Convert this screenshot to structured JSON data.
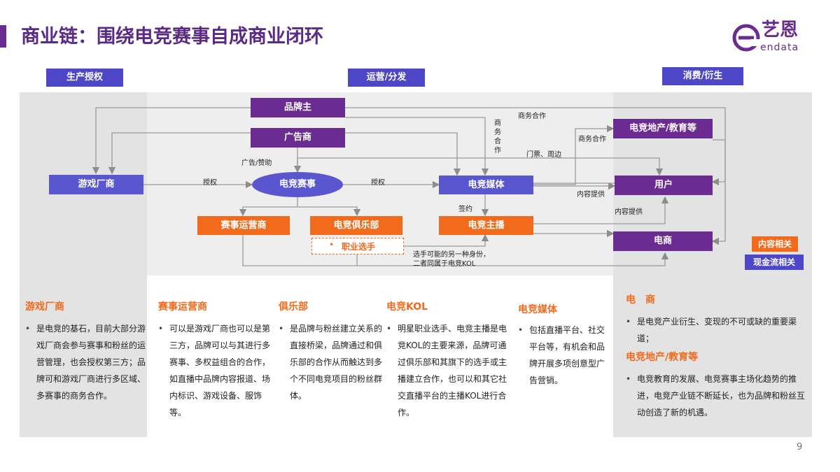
{
  "title": "商业链：围绕电竞赛事自成商业闭环",
  "logo": {
    "cn": "艺恩",
    "en": "endata",
    "mark": "e-logo-icon"
  },
  "colors": {
    "purple": "#6a2c91",
    "blue": "#5a56d0",
    "orange": "#f26a1b",
    "header": "#4d47c8"
  },
  "headers": {
    "left": "生产授权",
    "mid": "运营/分发",
    "right": "消费/衍生"
  },
  "nodes": {
    "brand": "品牌主",
    "advertiser": "广告商",
    "game_maker": "游戏厂商",
    "esports_event": "电竞赛事",
    "esports_media": "电竞媒体",
    "real_estate": "电竞地产/教育等",
    "user": "用户",
    "ecommerce": "电商",
    "event_operator": "赛事运营商",
    "club": "电竞俱乐部",
    "streamer": "电竞主播",
    "pro_player": "职业选手"
  },
  "edge_labels": {
    "ad_sponsor": "广告/赞助",
    "license_1": "授权",
    "license_2": "授权",
    "biz_coop_v": "商务合作",
    "biz_coop_1": "商务合作",
    "biz_coop_2": "商务合作",
    "tickets": "门票、周边",
    "sign": "签约",
    "content_1": "内容提供",
    "content_2": "内容提供",
    "note_line1": "选手可能的另一种身份，",
    "note_line2": "二者同属于电竞KOL"
  },
  "legend": {
    "content": "内容相关",
    "cash": "现金流相关"
  },
  "columns": [
    {
      "heading": "游戏厂商",
      "body": "是电竞的基石，目前大部分游戏厂商会参与赛事和粉丝的运营管理，也会授权第三方；品牌可和游戏厂商进行多区域、多赛事的商务合作。"
    },
    {
      "heading": "赛事运营商",
      "body": "可以是游戏厂商也可以是第三方，品牌可以与其进行多赛事、多权益组合的合作，如直播中品牌内容报道、场内标识、游戏设备、服饰等。"
    },
    {
      "heading": "俱乐部",
      "body": "是品牌与粉丝建立关系的直接桥梁，品牌通过和俱乐部的合作从而触达到多个不同电竞项目的粉丝群体。"
    },
    {
      "heading": "电竞KOL",
      "body": "明星职业选手、电竞主播是电竞KOL的主要来源，品牌可通过俱乐部和其旗下的选手或主播建立合作，也可以和其它社交直播平台的主播KOL进行合作。"
    },
    {
      "heading": "电竞媒体",
      "body": "包括直播平台、社交平台等，有机会和品牌开展多项创意型广告营销。"
    },
    {
      "heading": "电　商",
      "body": "是电竞产业衍生、变现的不可或缺的重要渠道；"
    },
    {
      "heading": "电竞地产/教育等",
      "body": "电竞教育的发展、电竞赛事主场化趋势的推进，电竞产业链不断延长，也为品牌和粉丝互动创造了新的机遇。"
    }
  ],
  "page_number": "9"
}
